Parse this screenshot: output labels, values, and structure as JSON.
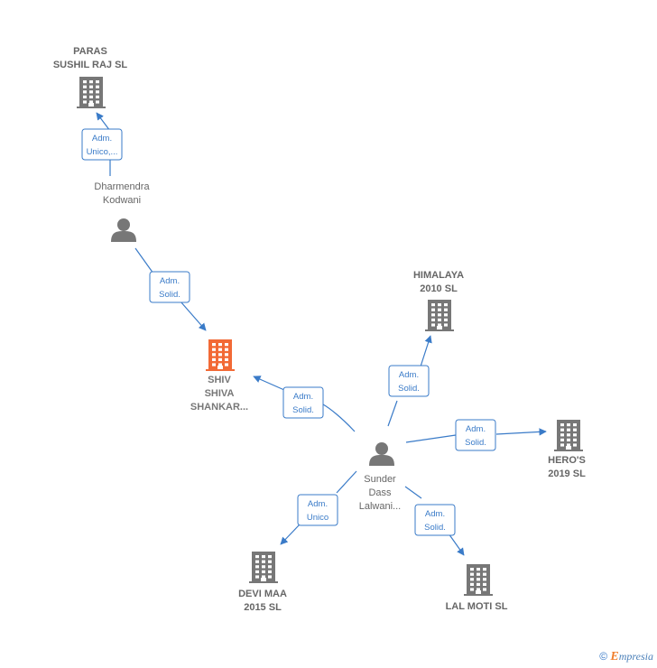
{
  "nodes": {
    "paras": {
      "lines": [
        "PARAS",
        "SUSHIL RAJ SL"
      ],
      "type": "company"
    },
    "dharmendra": {
      "lines": [
        "Dharmendra",
        "Kodwani"
      ],
      "type": "person"
    },
    "himalaya": {
      "lines": [
        "HIMALAYA",
        "2010 SL"
      ],
      "type": "company"
    },
    "shiv": {
      "lines": [
        "SHIV",
        "SHIVA",
        "SHANKAR..."
      ],
      "type": "company-focus"
    },
    "sunder": {
      "lines": [
        "Sunder",
        "Dass",
        "Lalwani..."
      ],
      "type": "person"
    },
    "heros": {
      "lines": [
        "HERO'S",
        "2019  SL"
      ],
      "type": "company"
    },
    "devi": {
      "lines": [
        "DEVI MAA",
        "2015  SL"
      ],
      "type": "company"
    },
    "lalmoti": {
      "lines": [
        "LAL MOTI SL"
      ],
      "type": "company"
    }
  },
  "edges": {
    "dharmendra_paras": [
      "Adm.",
      "Unico,..."
    ],
    "dharmendra_shiv": [
      "Adm.",
      "Solid."
    ],
    "sunder_shiv": [
      "Adm.",
      "Solid."
    ],
    "sunder_himalaya": [
      "Adm.",
      "Solid."
    ],
    "sunder_heros": [
      "Adm.",
      "Solid."
    ],
    "sunder_devi": [
      "Adm.",
      "Unico"
    ],
    "sunder_lalmoti": [
      "Adm.",
      "Solid."
    ]
  },
  "colors": {
    "company": "#777777",
    "focus": "#f26a36",
    "person": "#777777",
    "edge": "#3a7bc8"
  },
  "credit": {
    "symbol": "©",
    "brand_initial": "E",
    "brand_rest": "mpresia"
  }
}
